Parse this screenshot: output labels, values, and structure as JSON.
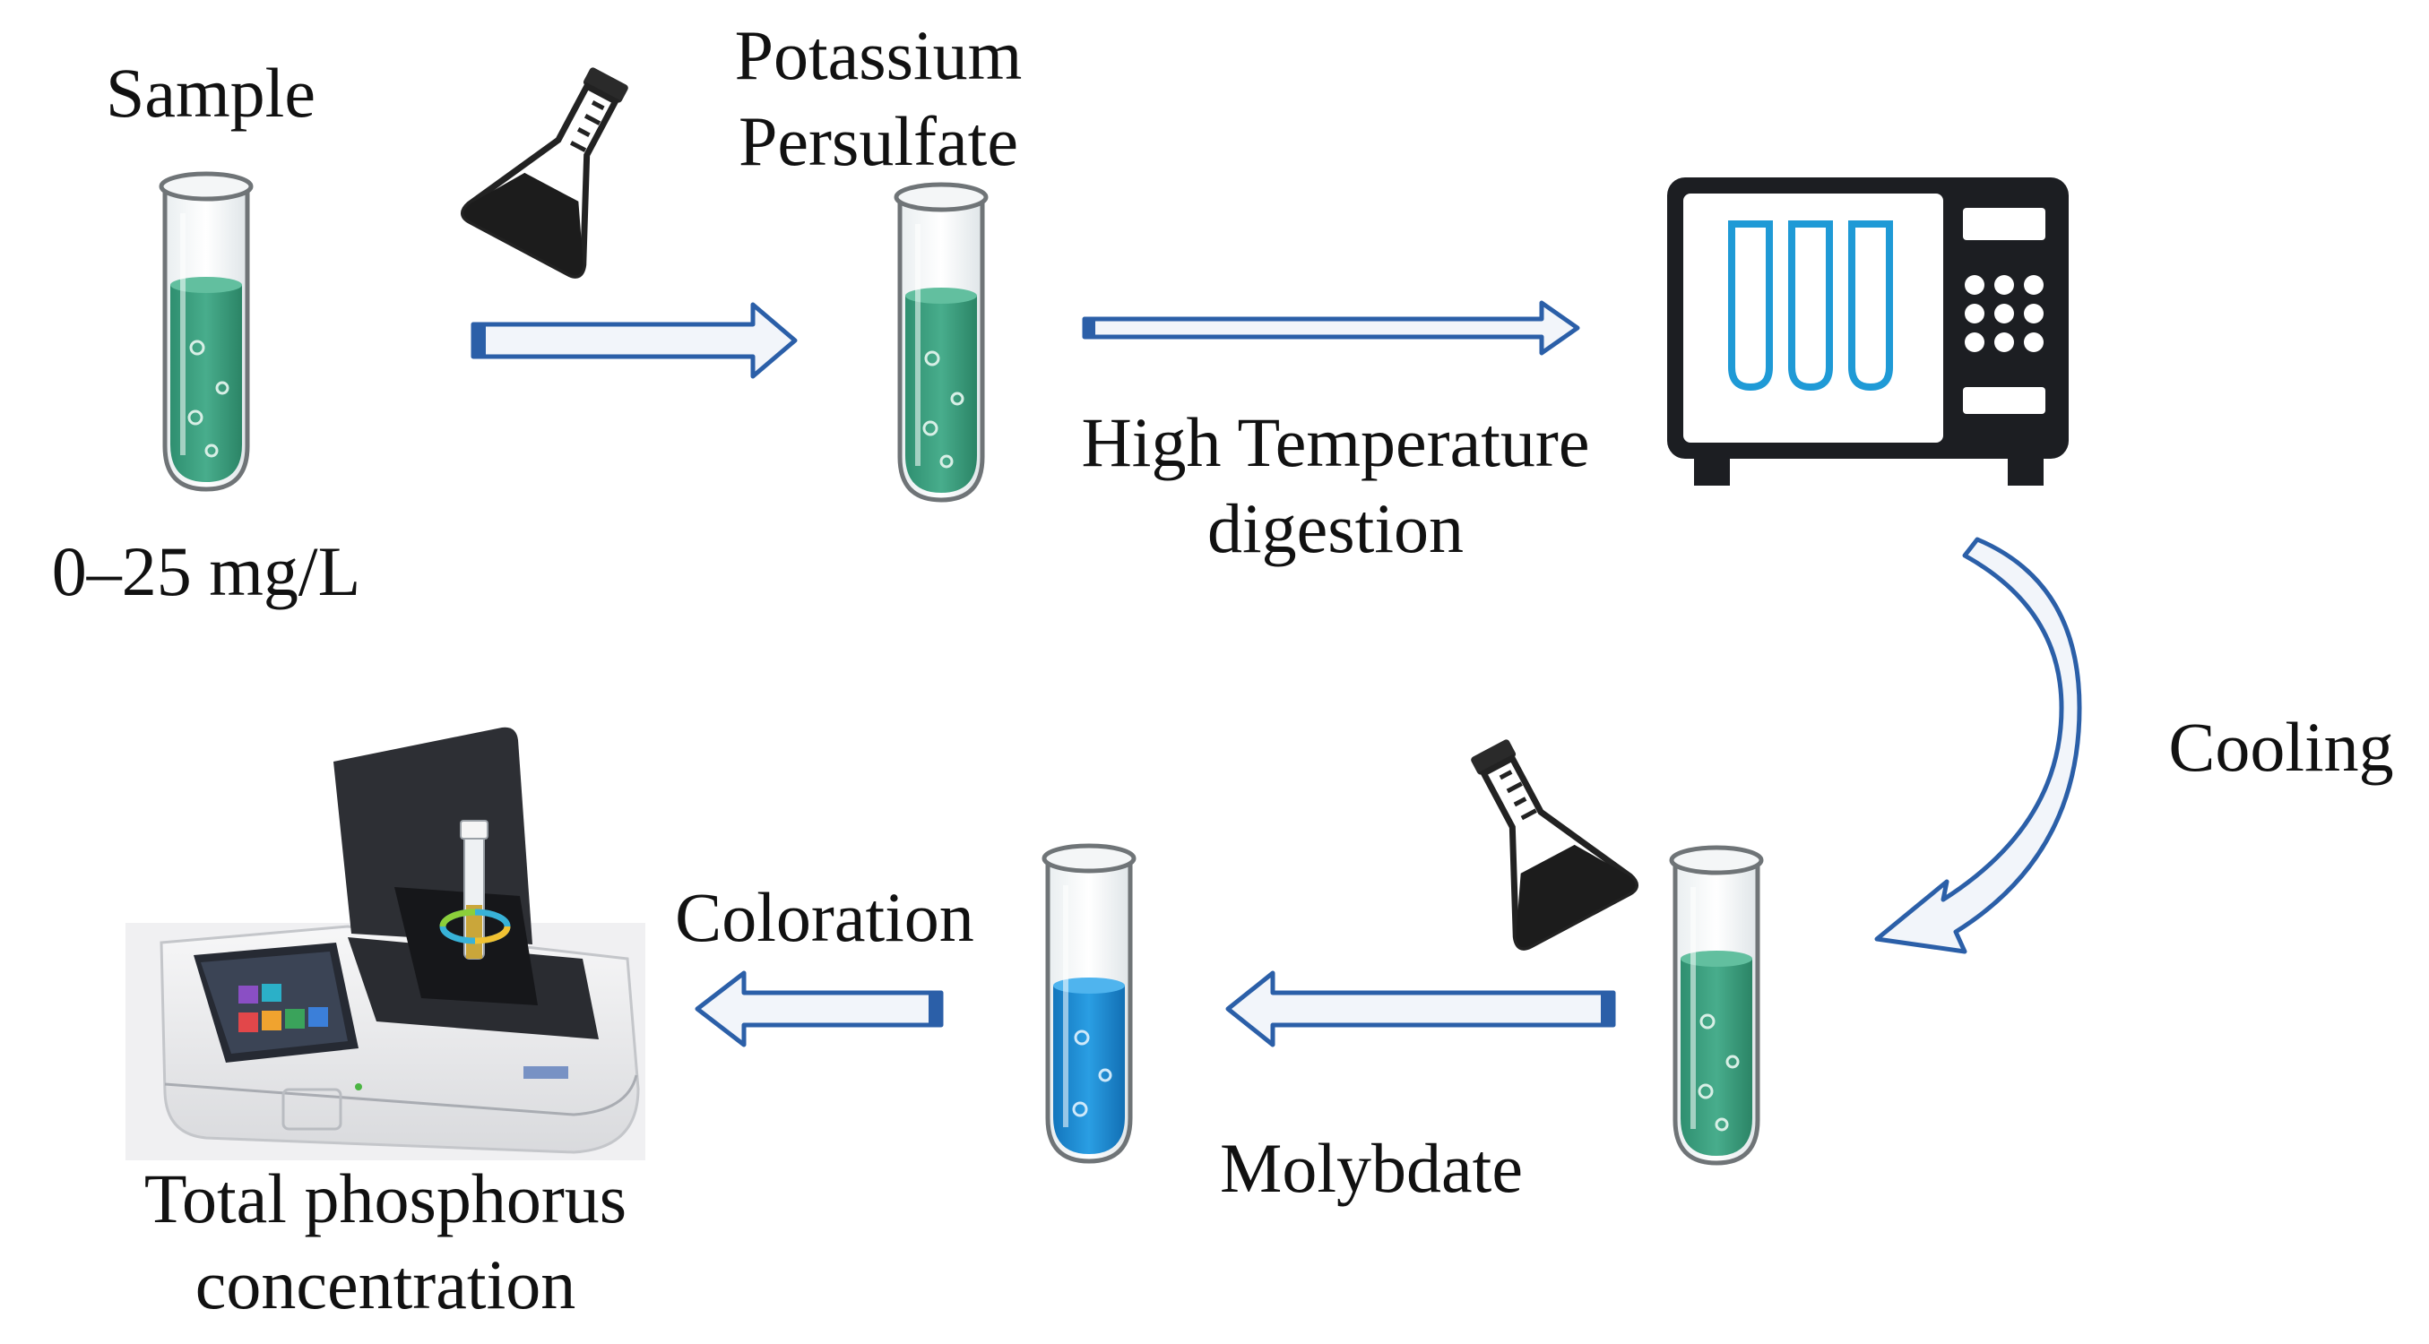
{
  "figure": {
    "labels": {
      "sample": "Sample",
      "range": "0–25 mg/L",
      "reagent1_line1": "Potassium",
      "reagent1_line2": "Persulfate",
      "digestion_line1": "High Temperature",
      "digestion_line2": "digestion",
      "cooling": "Cooling",
      "reagent2": "Molybdate",
      "coloration": "Coloration",
      "result_line1": "Total phosphorus",
      "result_line2": "concentration"
    },
    "colors": {
      "green_liquid": "#3fa383",
      "blue_liquid": "#1f8fd6",
      "arrow_outline": "#2b5fa8",
      "arrow_fill": "#f2f5fa",
      "flask_dark": "#1c1c1c",
      "oven_body": "#1c1e22",
      "oven_tubes": "#1f9ad6"
    },
    "icons": [
      "test-tube-icon",
      "flask-icon",
      "oven-icon",
      "spectrophotometer-icon"
    ]
  }
}
